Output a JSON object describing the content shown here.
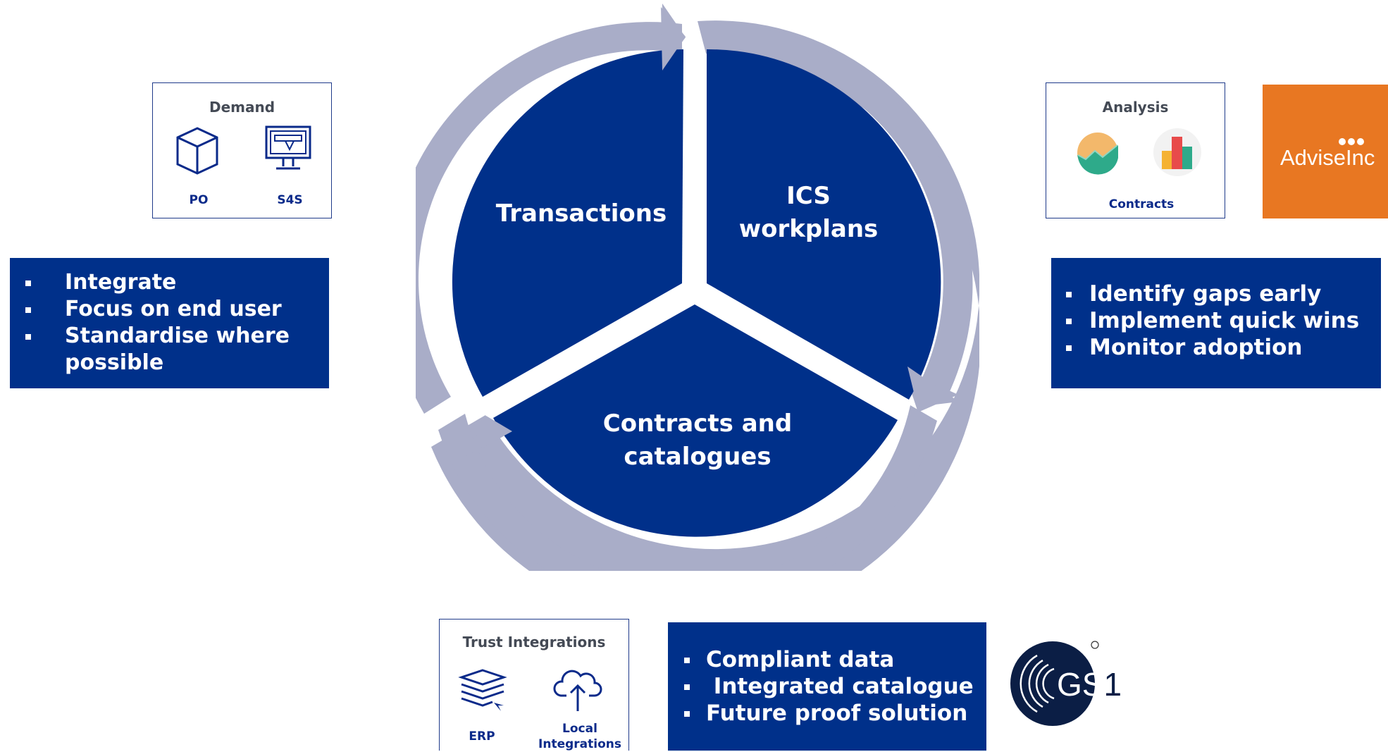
{
  "cycle": {
    "segments": [
      {
        "label": "Transactions"
      },
      {
        "label_line1": "ICS",
        "label_line2": "workplans"
      },
      {
        "label_line1": "Contracts and",
        "label_line2": "catalogues"
      }
    ],
    "colors": {
      "segment": "#00308a",
      "arrow": "#a9adc8"
    }
  },
  "demand_card": {
    "title": "Demand",
    "items": [
      {
        "label": "PO",
        "icon": "box-icon"
      },
      {
        "label": "S4S",
        "icon": "monitor-icon"
      }
    ]
  },
  "left_box": {
    "bullets": [
      "Integrate",
      "Focus on end user",
      "Standardise where",
      "possible"
    ]
  },
  "analysis_card": {
    "title": "Analysis",
    "caption": "Contracts",
    "icons": [
      "line-chart-icon",
      "bar-chart-icon"
    ]
  },
  "adviseinc_logo": {
    "text": "AdviseInc",
    "color": "#e87722"
  },
  "right_box": {
    "bullets": [
      "Identify gaps early",
      "Implement quick wins",
      "Monitor adoption"
    ]
  },
  "trust_card": {
    "title": "Trust Integrations",
    "items": [
      {
        "label": "ERP",
        "icon": "layers-icon"
      },
      {
        "label_line1": "Local",
        "label_line2": "Integrations",
        "icon": "cloud-upload-icon"
      }
    ]
  },
  "bottom_box": {
    "bullets": [
      "Compliant data",
      " Integrated catalogue",
      "Future proof solution"
    ]
  },
  "gs1_logo": {
    "text": "GS1"
  }
}
